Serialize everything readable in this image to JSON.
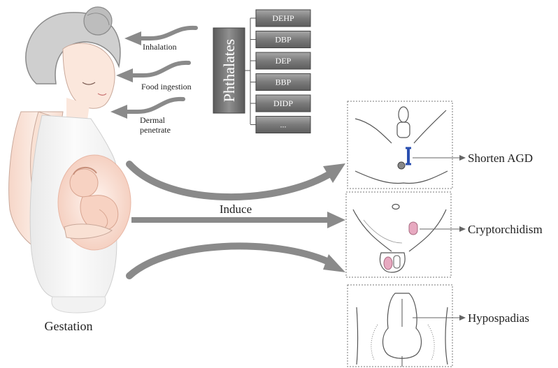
{
  "left_figure": {
    "caption": "Gestation"
  },
  "exposure_routes": [
    "Inhalation",
    "Food ingestion",
    "Dermal penetrate"
  ],
  "chemical_group": {
    "title": "Phthalates",
    "members": [
      "DEHP",
      "DBP",
      "DEP",
      "BBP",
      "DIDP",
      "..."
    ]
  },
  "center_label": "Induce",
  "outcomes": [
    {
      "label": "Shorten AGD"
    },
    {
      "label": "Cryptorchidism"
    },
    {
      "label": "Hypospadias"
    }
  ],
  "colors": {
    "arrow": "#8a8a8a",
    "box_dark": "#6a6a6a",
    "box_light": "#9a9a9a",
    "agd_marker": "#2a4fb0",
    "testis_pink": "#e7a9c0",
    "skin": "#fbe7dc",
    "hair": "#8a8a8a"
  }
}
